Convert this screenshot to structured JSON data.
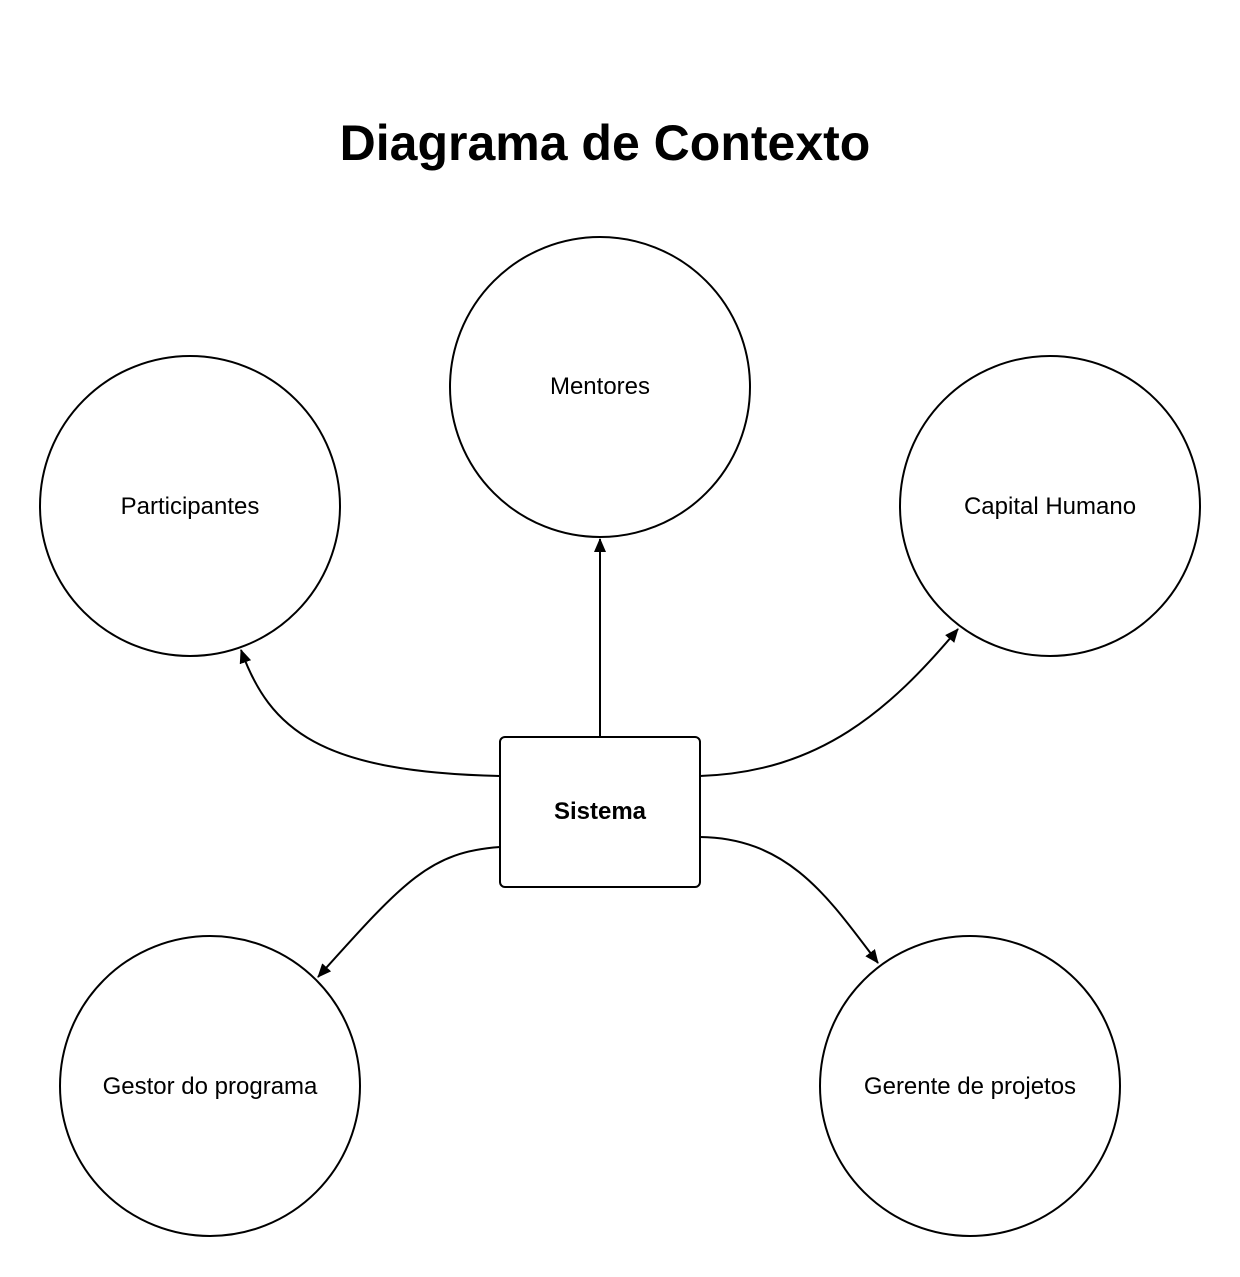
{
  "title": "Diagrama de Contexto",
  "system": {
    "label": "Sistema"
  },
  "entities": [
    {
      "id": "participantes",
      "label": "Participantes"
    },
    {
      "id": "mentores",
      "label": "Mentores"
    },
    {
      "id": "capital-humano",
      "label": "Capital Humano"
    },
    {
      "id": "gestor-do-programa",
      "label": "Gestor do programa"
    },
    {
      "id": "gerente-de-projetos",
      "label": "Gerente de projetos"
    }
  ],
  "edges": [
    {
      "from": "sistema",
      "to": "participantes"
    },
    {
      "from": "sistema",
      "to": "mentores"
    },
    {
      "from": "sistema",
      "to": "capital-humano"
    },
    {
      "from": "sistema",
      "to": "gestor-do-programa"
    },
    {
      "from": "sistema",
      "to": "gerente-de-projetos"
    }
  ],
  "colors": {
    "stroke": "#000000",
    "background": "#ffffff"
  }
}
